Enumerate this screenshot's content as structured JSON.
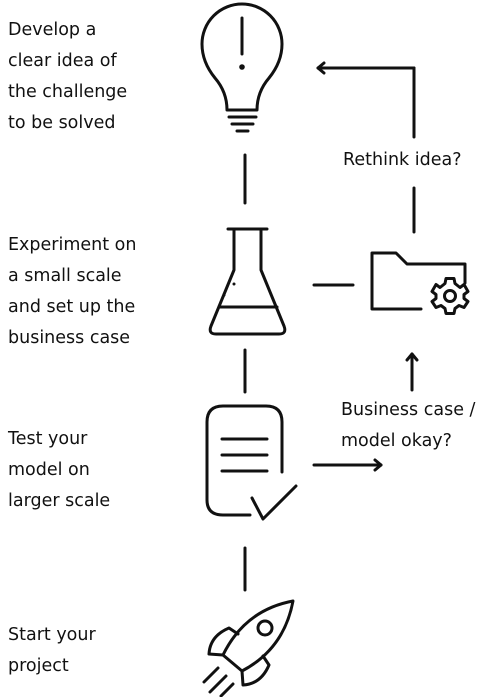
{
  "steps": [
    {
      "text": "Develop a\nclear idea of\nthe challenge\nto be solved",
      "icon": "lightbulb-icon"
    },
    {
      "text": "Experiment on\na small scale\nand set up the\nbusiness case",
      "icon": "flask-icon"
    },
    {
      "text": "Test your\nmodel on\nlarger scale",
      "icon": "document-check-icon"
    },
    {
      "text": "Start your\nproject",
      "icon": "rocket-icon"
    }
  ],
  "feedback": {
    "rethink_label": "Rethink idea?",
    "business_label": "Business case /\nmodel okay?",
    "icon": "folder-gear-icon"
  },
  "colors": {
    "line": "#111111",
    "background": "#ffffff"
  }
}
